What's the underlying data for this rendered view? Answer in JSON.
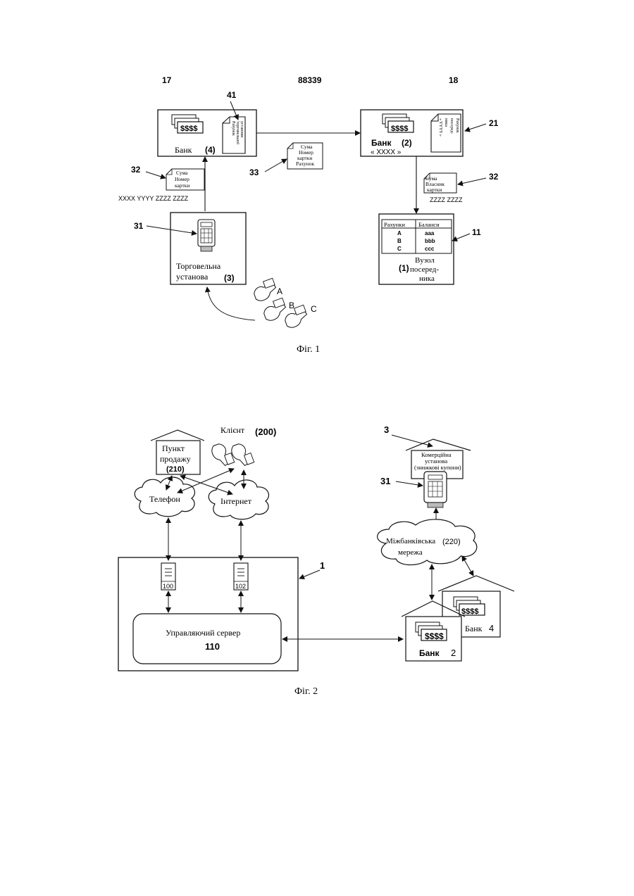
{
  "header": {
    "left": "17",
    "center": "88339",
    "right": "18"
  },
  "fig1": {
    "caption": "Фіг. 1",
    "bank4": {
      "name": "Банк",
      "num": "(4)",
      "money": "$$$$",
      "doc": [
        "Рахунок",
        "торговельної",
        "установи"
      ],
      "ref": "41"
    },
    "bank2": {
      "name": "Банк",
      "num": "(2)",
      "code": "« XXXX »",
      "money": "$$$$",
      "doc": [
        "Рахунок",
        "посеред-",
        "ника",
        "« YYYY »"
      ],
      "ref": "21"
    },
    "msg33": {
      "ref": "33",
      "lines": [
        "Сума",
        "Номер",
        "картки",
        "Рахунок"
      ]
    },
    "msg32_left": {
      "ref": "32",
      "lines": [
        "Сума",
        "Номер",
        "картки"
      ],
      "code": "XXXX YYYY ZZZZ ZZZZ"
    },
    "msg32_right": {
      "ref": "32",
      "lines": [
        "Сума",
        "Власник",
        "картки"
      ],
      "code": "ZZZZ ZZZZ"
    },
    "merchant": {
      "ref": "31",
      "lines": [
        "Торговельна",
        "установа"
      ],
      "num": "(3)"
    },
    "node": {
      "ref": "11",
      "num": "(1)",
      "lines": [
        "Вузол",
        "посеред-",
        "ника"
      ],
      "table": {
        "headers": [
          "Рахунки",
          "Баланси"
        ],
        "rows": [
          [
            "A",
            "aaa"
          ],
          [
            "B",
            "bbb"
          ],
          [
            "C",
            "ccc"
          ]
        ]
      }
    },
    "clients": [
      "A",
      "B",
      "C"
    ]
  },
  "fig2": {
    "caption": "Фіг. 2",
    "pos": {
      "lines": [
        "Пункт",
        "продажу",
        "(210)"
      ]
    },
    "client": {
      "label": "Клієнт",
      "num": "(200)"
    },
    "phone": "Телефон",
    "internet": "Інтернет",
    "system_ref": "1",
    "server100": "100",
    "server102": "102",
    "control": {
      "label": "Управляючий сервер",
      "num": "110"
    },
    "commerce": {
      "ref": "3",
      "lines": [
        "Комерційна",
        "установа",
        "(знижкові купони)"
      ],
      "terminal_ref": "31"
    },
    "interbank": {
      "label": "Міжбанківська",
      "label2": "мережа",
      "num": "(220)"
    },
    "bank2": {
      "name": "Банк",
      "num": "2",
      "money": "$$$$"
    },
    "bank4": {
      "name": "Банк",
      "num": "4",
      "money": "$$$$"
    }
  }
}
